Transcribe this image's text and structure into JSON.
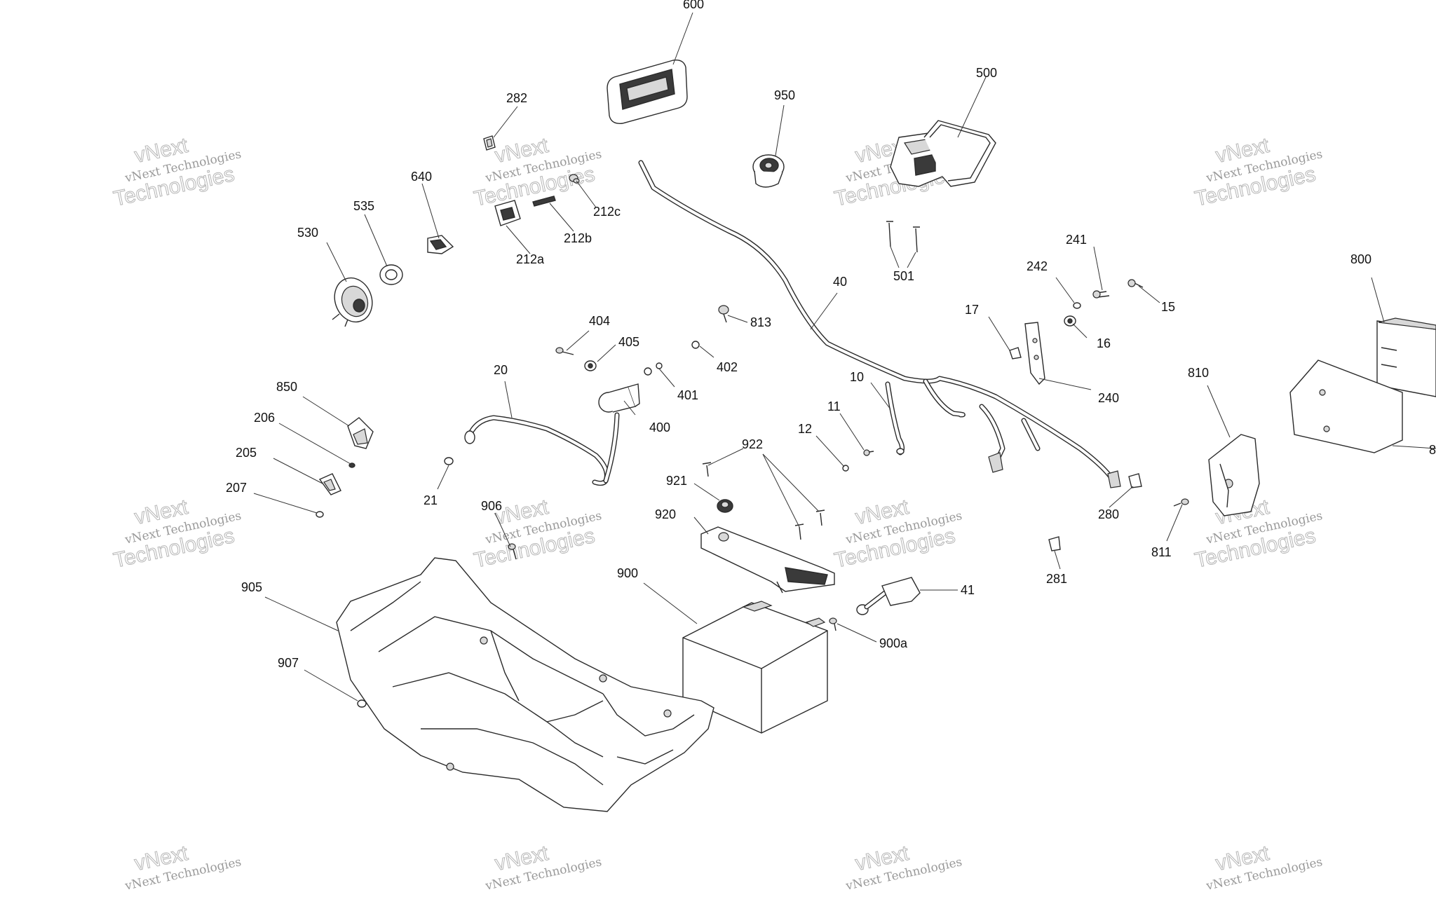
{
  "watermark": {
    "line1": "vNext Technologies",
    "line2": "vNext",
    "line3": "Technologies"
  },
  "callouts": [
    "600",
    "282",
    "950",
    "500",
    "640",
    "212c",
    "535",
    "530",
    "212b",
    "212a",
    "501",
    "241",
    "242",
    "15",
    "800",
    "40",
    "813",
    "17",
    "16",
    "404",
    "405",
    "402",
    "20",
    "401",
    "850",
    "206",
    "400",
    "10",
    "240",
    "810",
    "11",
    "12",
    "205",
    "922",
    "207",
    "21",
    "921",
    "906",
    "920",
    "280",
    "811",
    "8",
    "281",
    "900",
    "905",
    "41",
    "900a",
    "907"
  ]
}
